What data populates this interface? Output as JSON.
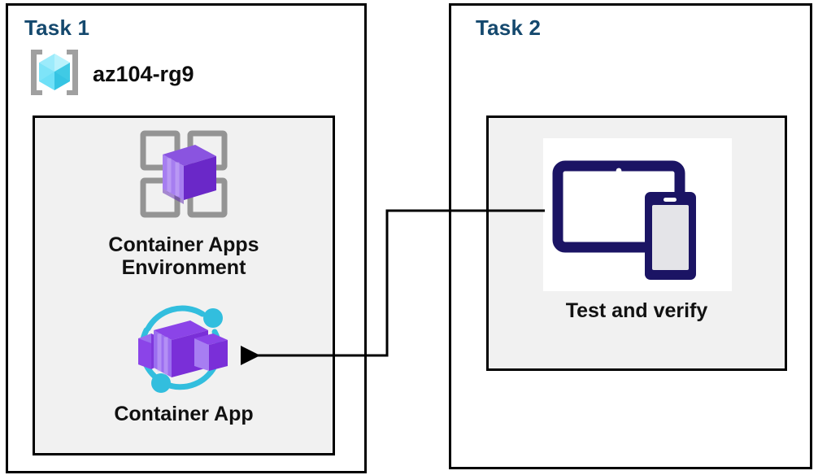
{
  "diagram": {
    "title": "Azure Container Apps task diagram",
    "background": "#ffffff",
    "accent_label_color": "#15496e",
    "panel_border_color": "#000000",
    "inner_panel_fill": "#f1f1f1",
    "connector_color": "#000000"
  },
  "task1": {
    "label": "Task 1",
    "resource_group": {
      "name": "az104-rg9",
      "icon": "resource-group-icon",
      "icon_colors": {
        "cube_light": "#9cebfb",
        "cube_mid": "#50d9f5",
        "cube_dark": "#32bede",
        "bracket": "#a0a0a0"
      }
    },
    "resources": [
      {
        "label": "Container Apps\nEnvironment",
        "icon": "container-apps-environment-icon",
        "icon_colors": {
          "frame": "#949494",
          "box_light": "#a67ef0",
          "box_mid": "#8a54e0",
          "box_dark": "#6a28c8"
        }
      },
      {
        "label": "Container App",
        "icon": "container-app-icon",
        "icon_colors": {
          "ring": "#32bede",
          "box_light": "#9b6ef0",
          "box_mid": "#8b44e8",
          "box_dark": "#7a2fd8"
        }
      }
    ]
  },
  "task2": {
    "label": "Task 2",
    "card": {
      "label": "Test and verify",
      "icon": "test-and-verify-devices-icon",
      "icon_colors": {
        "device": "#1b1464",
        "screen": "#ffffff",
        "phone_screen": "#e4e4e8"
      },
      "card_background": "#ffffff"
    }
  },
  "connector": {
    "from": "Test and verify",
    "to": "Container App",
    "direction": "right-to-left",
    "arrowhead": "left",
    "style": "orthogonal-elbow"
  }
}
